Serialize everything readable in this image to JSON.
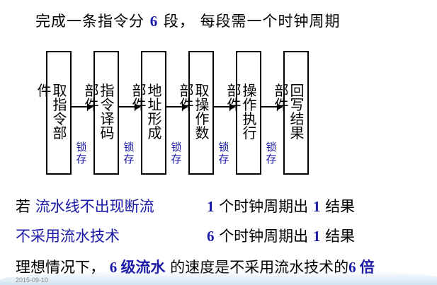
{
  "title": {
    "prefix": "完成一条指令分",
    "count": "6",
    "mid": "段，",
    "suffix": "每段需一个时钟周期"
  },
  "pipeline": {
    "stages": [
      "取指令部件",
      "指令译码部件",
      "地址形成部件",
      "取操作数部件",
      "操作执行部件",
      "回写结果部件"
    ],
    "latch_label": "锁存"
  },
  "rows": [
    {
      "label": "若",
      "label_blue": "流水线不出现断流",
      "n1": "1",
      "text1": "个时钟周期出",
      "n2": "1",
      "text2": "结果"
    },
    {
      "label": "",
      "label_blue": "不采用流水技术",
      "n1": "6",
      "text1": "个时钟周期出",
      "n2": "1",
      "text2": "结果"
    }
  ],
  "conclusion": {
    "prefix": "理想情况下，",
    "highlight": "6 级流水",
    "mid": "的速度是不采用流水技术的",
    "factor": "6 倍"
  },
  "footer_date": "2015-09-10",
  "colors": {
    "accent_blue": "#1a1aa6"
  }
}
